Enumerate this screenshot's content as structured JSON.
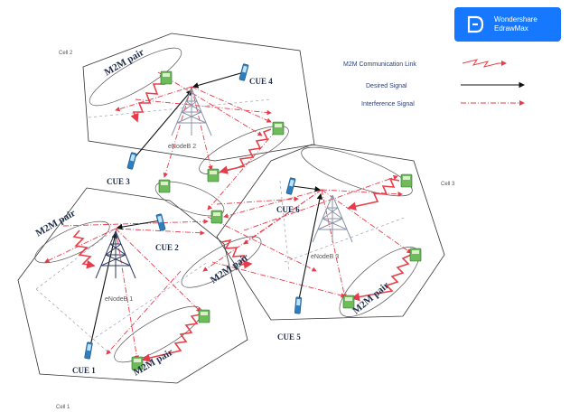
{
  "badge": {
    "line1": "Wondershare",
    "line2": "EdrawMax"
  },
  "cells": {
    "cell1": "Cell 1",
    "cell2": "Cell 2",
    "cell3": "Cell 3"
  },
  "enodebs": {
    "enb1": "eNodeB 1",
    "enb2": "eNodeB 2",
    "enb3": "eNodeB 3"
  },
  "cues": {
    "cue1": "CUE 1",
    "cue2": "CUE 2",
    "cue3": "CUE 3",
    "cue4": "CUE 4",
    "cue5": "CUE 5",
    "cue6": "CUE 6"
  },
  "m2m": {
    "label": "M2M pair"
  },
  "legend": {
    "m2m_link": "M2M Communication Link",
    "desired": "Desired Signal",
    "interference": "Interference Signal"
  },
  "colors": {
    "interference": "#e83a4a",
    "desired": "#111111",
    "m2m_link": "#e8404a",
    "badge": "#1677ff"
  }
}
